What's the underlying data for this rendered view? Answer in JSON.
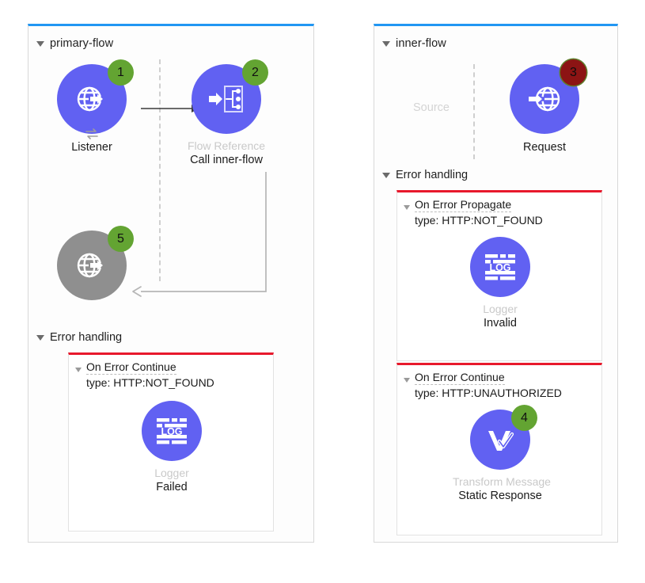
{
  "canvas": {
    "background": "#ffffff",
    "accent_blue": "#2196f3",
    "node_purple": "#6161f2",
    "node_gray": "#8f8f8f",
    "badge_green": "#63a432",
    "badge_red": "#8c1414",
    "error_red": "#e8192c"
  },
  "flows": [
    {
      "id": "primary-flow",
      "title": "primary-flow",
      "source_placeholder": "",
      "nodes": [
        {
          "badge": "1",
          "badge_color": "green",
          "icon": "http-listener-icon",
          "type_label": "",
          "name_label": "Listener",
          "circle_color": "#6161f2"
        },
        {
          "badge": "2",
          "badge_color": "green",
          "icon": "flow-reference-icon",
          "type_label": "Flow Reference",
          "name_label": "Call inner-flow",
          "circle_color": "#6161f2"
        },
        {
          "badge": "5",
          "badge_color": "green",
          "icon": "http-listener-response-icon",
          "type_label": "",
          "name_label": "",
          "circle_color": "#8f8f8f"
        }
      ],
      "error_handling": {
        "title": "Error handling",
        "scopes": [
          {
            "line1": "On Error Continue",
            "line2": "type: HTTP:NOT_FOUND",
            "node": {
              "icon": "logger-icon",
              "type_label": "Logger",
              "name_label": "Failed",
              "circle_color": "#6161f2",
              "badge": ""
            }
          }
        ]
      }
    },
    {
      "id": "inner-flow",
      "title": "inner-flow",
      "source_placeholder": "Source",
      "nodes": [
        {
          "badge": "3",
          "badge_color": "red",
          "icon": "http-request-icon",
          "type_label": "",
          "name_label": "Request",
          "circle_color": "#6161f2"
        }
      ],
      "error_handling": {
        "title": "Error handling",
        "scopes": [
          {
            "line1": "On Error Propagate",
            "line2": "type: HTTP:NOT_FOUND",
            "node": {
              "icon": "logger-icon",
              "type_label": "Logger",
              "name_label": "Invalid",
              "circle_color": "#6161f2",
              "badge": ""
            }
          },
          {
            "line1": "On Error Continue",
            "line2": "type: HTTP:UNAUTHORIZED",
            "node": {
              "icon": "transform-message-icon",
              "type_label": "Transform Message",
              "name_label": "Static Response",
              "circle_color": "#6161f2",
              "badge": "4",
              "badge_color": "green"
            }
          }
        ]
      }
    }
  ]
}
